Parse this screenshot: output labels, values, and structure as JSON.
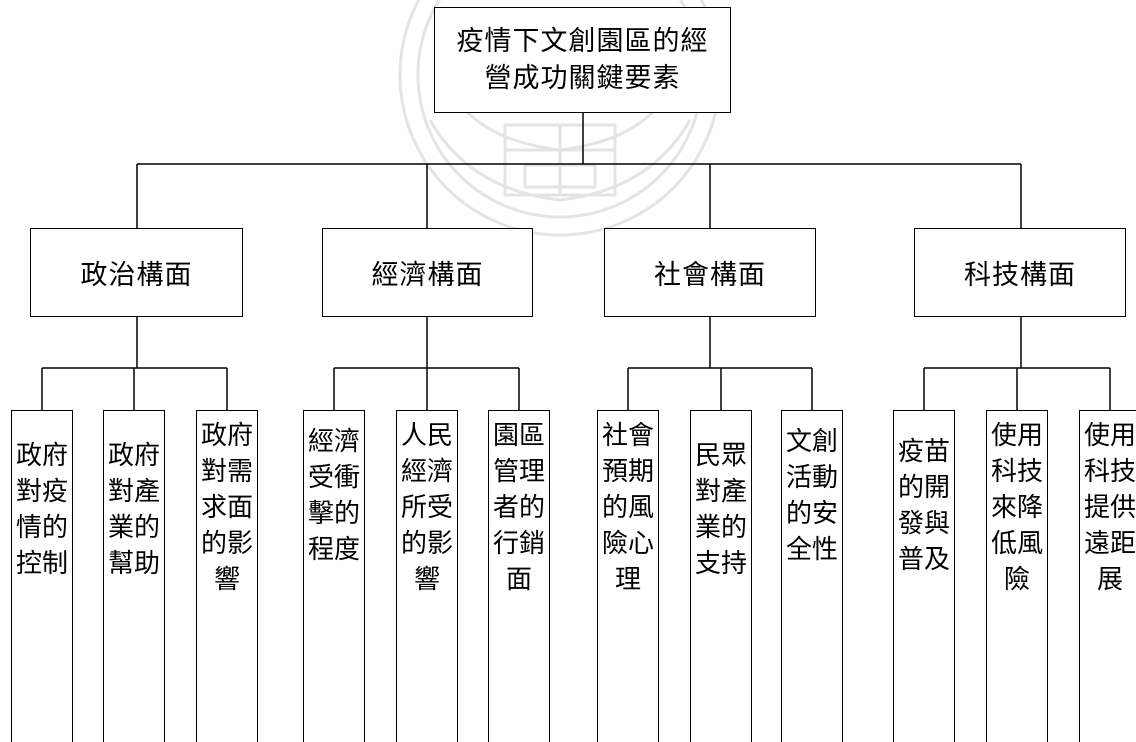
{
  "root": {
    "title": "疫情下文創園區的經營成功關鍵要素"
  },
  "categories": [
    {
      "label": "政治構面",
      "items": [
        "政府對疫情的控制",
        "政府對產業的幫助",
        "政府對需求面的影響"
      ]
    },
    {
      "label": "經濟構面",
      "items": [
        "經濟受衝擊的程度",
        "人民經濟所受的影響",
        "園區管理者的行銷面"
      ]
    },
    {
      "label": "社會構面",
      "items": [
        "社會預期的風險心理",
        "民眾對產業的支持",
        "文創活動的安全性"
      ]
    },
    {
      "label": "科技構面",
      "items": [
        "疫苗的開發與普及",
        "使用科技來降低風險",
        "使用科技提供遠距展"
      ]
    }
  ],
  "colors": {
    "line": "#000000",
    "watermark": "#e3e3e3"
  }
}
